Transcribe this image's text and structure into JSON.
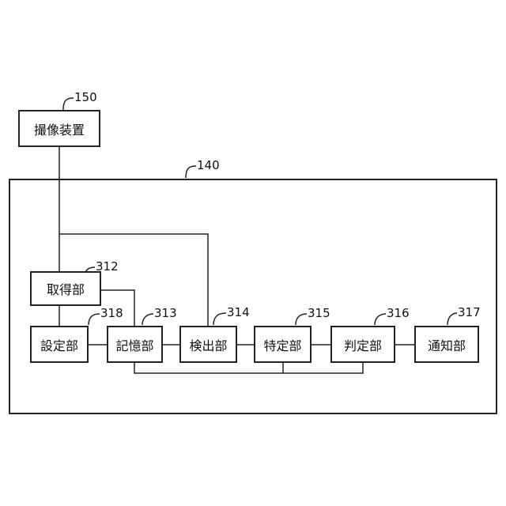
{
  "diagram": {
    "camera": {
      "label": "撮像装置",
      "ref": "150"
    },
    "system": {
      "ref": "140"
    },
    "acquire": {
      "label": "取得部",
      "ref": "312"
    },
    "setting": {
      "label": "設定部",
      "ref": "318"
    },
    "storage": {
      "label": "記憶部",
      "ref": "313"
    },
    "detect": {
      "label": "検出部",
      "ref": "314"
    },
    "identify": {
      "label": "特定部",
      "ref": "315"
    },
    "judge": {
      "label": "判定部",
      "ref": "316"
    },
    "notify": {
      "label": "通知部",
      "ref": "317"
    }
  }
}
